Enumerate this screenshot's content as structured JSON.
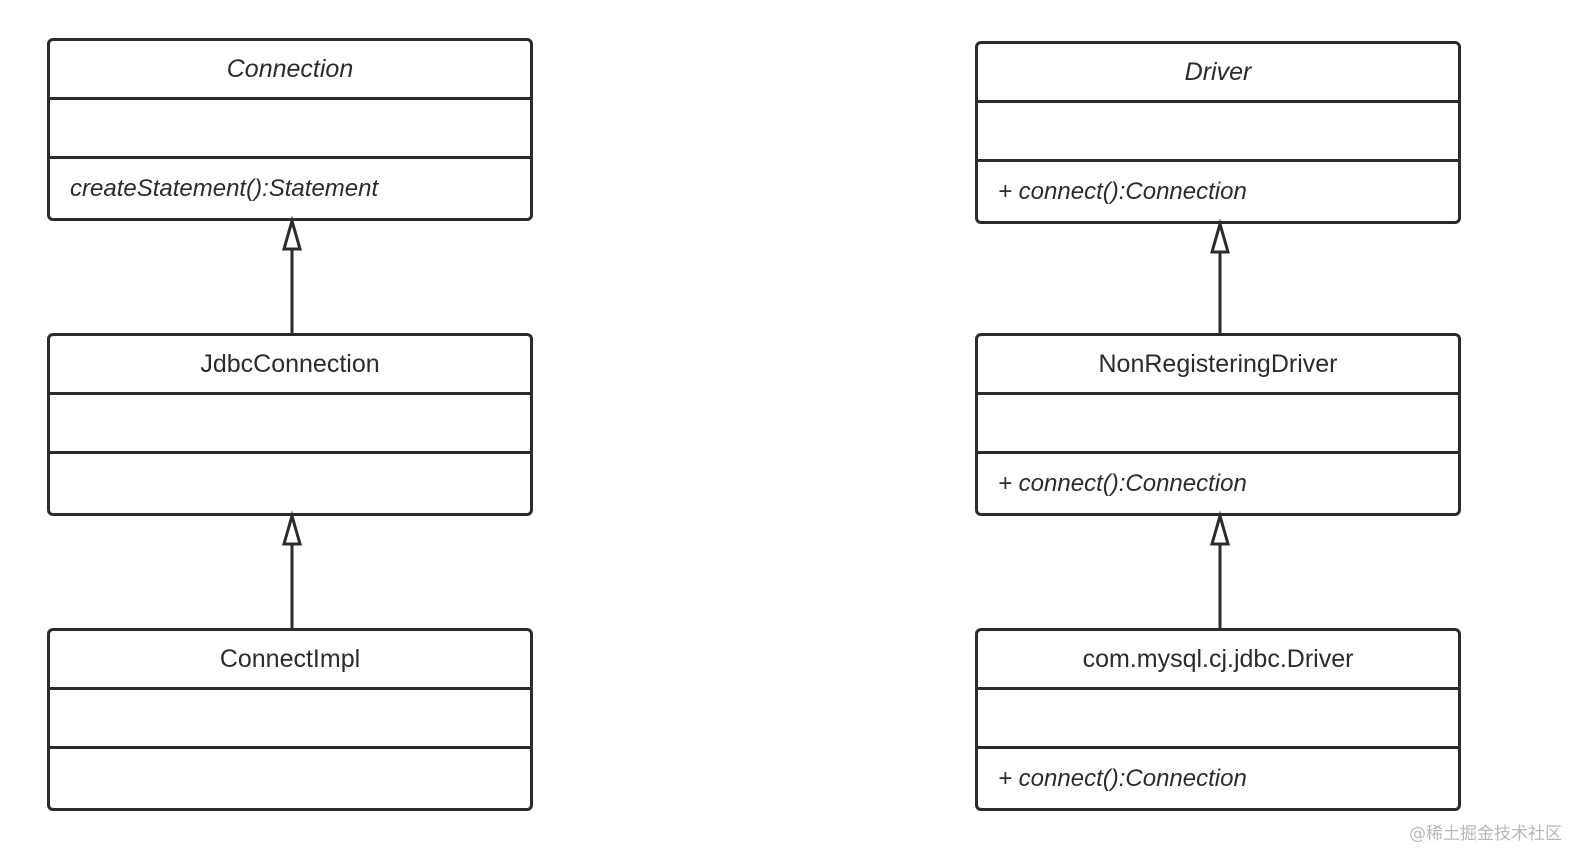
{
  "left_hierarchy": {
    "interface": {
      "name": "Connection",
      "attributes": "",
      "operations": "createStatement():Statement"
    },
    "middle": {
      "name": "JdbcConnection",
      "attributes": "",
      "operations": ""
    },
    "impl": {
      "name": "ConnectImpl",
      "attributes": "",
      "operations": ""
    }
  },
  "right_hierarchy": {
    "interface": {
      "name": "Driver",
      "attributes": "",
      "operations": "+ connect():Connection"
    },
    "middle": {
      "name": "NonRegisteringDriver",
      "attributes": "",
      "operations": "+ connect():Connection"
    },
    "impl": {
      "name": "com.mysql.cj.jdbc.Driver",
      "attributes": "",
      "operations": "+ connect():Connection"
    }
  },
  "relations": [
    {
      "from": "JdbcConnection",
      "to": "Connection",
      "type": "realization"
    },
    {
      "from": "ConnectImpl",
      "to": "JdbcConnection",
      "type": "realization"
    },
    {
      "from": "NonRegisteringDriver",
      "to": "Driver",
      "type": "realization"
    },
    {
      "from": "com.mysql.cj.jdbc.Driver",
      "to": "NonRegisteringDriver",
      "type": "realization"
    }
  ],
  "colors": {
    "stroke": "#2b2b2b",
    "background": "#ffffff",
    "watermark": "#b7b7b7"
  },
  "watermark": "@稀土掘金技术社区"
}
